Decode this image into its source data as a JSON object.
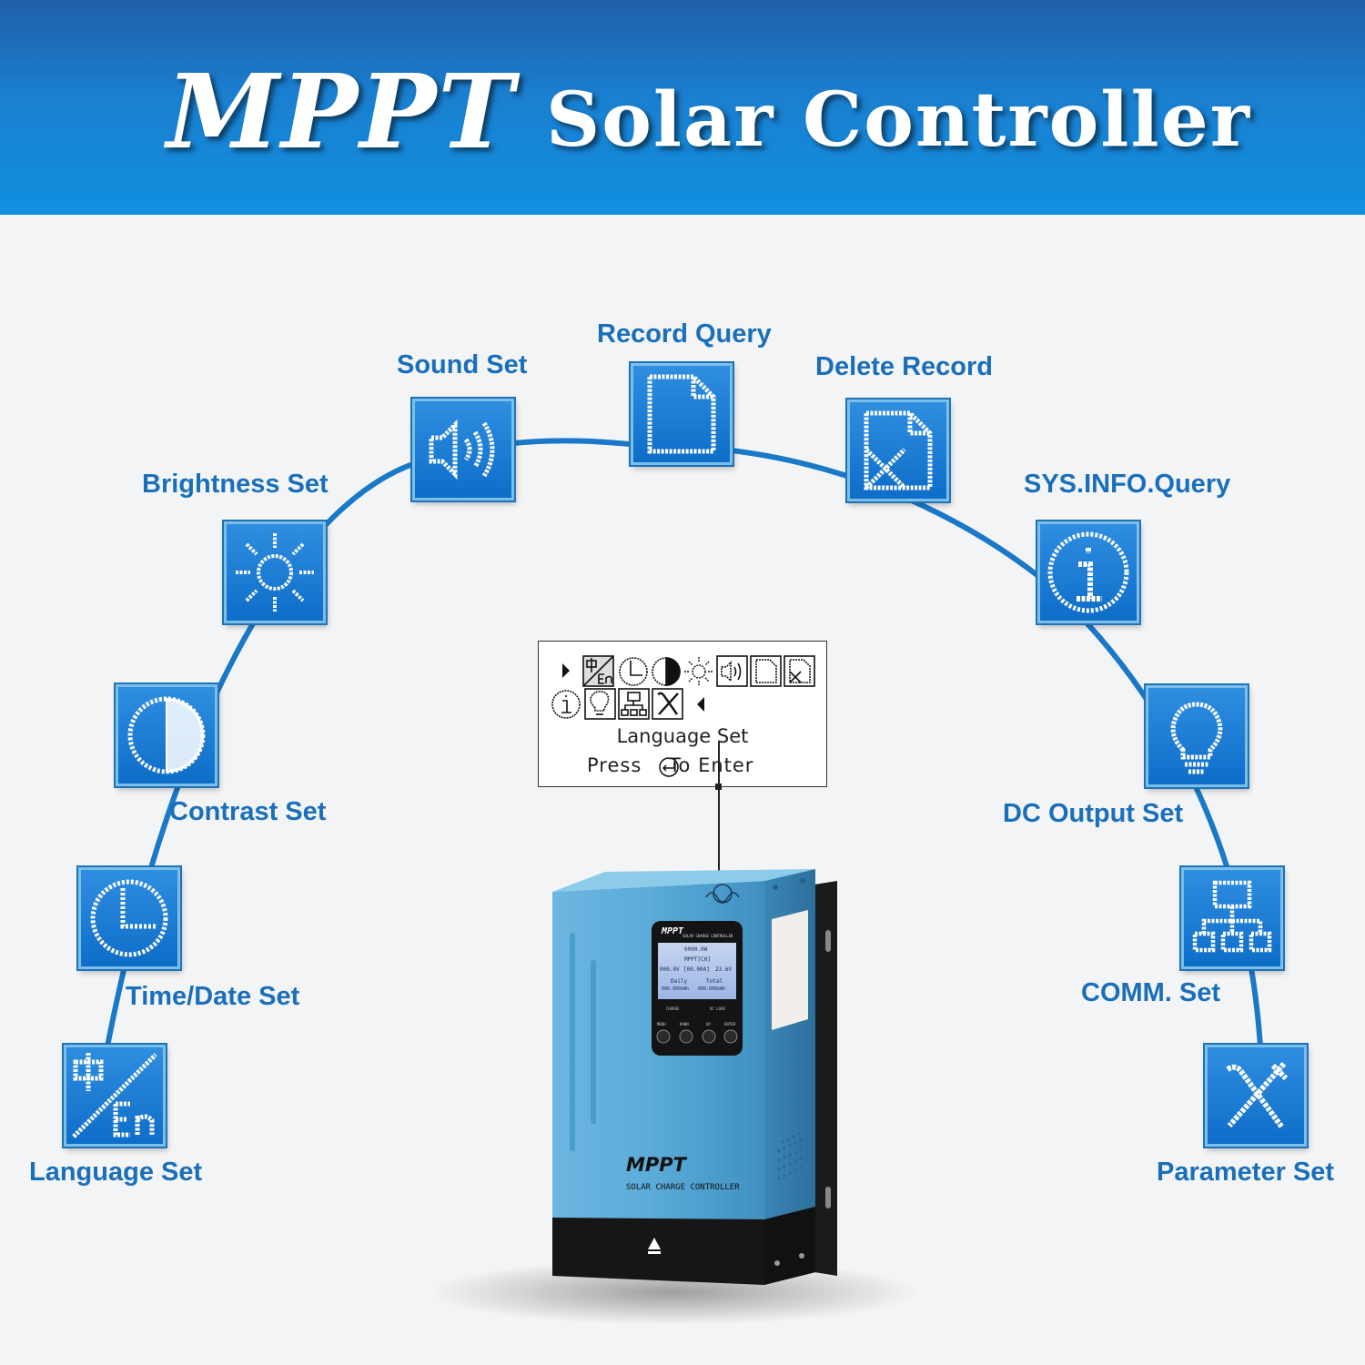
{
  "header": {
    "title_main": "MPPT",
    "title_sub": "Solar Controller"
  },
  "menu": [
    {
      "label": "Language Set",
      "icon": "language-icon"
    },
    {
      "label": "Time/Date Set",
      "icon": "clock-icon"
    },
    {
      "label": "Contrast Set",
      "icon": "contrast-icon"
    },
    {
      "label": "Brightness Set",
      "icon": "sun-icon"
    },
    {
      "label": "Sound Set",
      "icon": "speaker-icon"
    },
    {
      "label": "Record Query",
      "icon": "document-icon"
    },
    {
      "label": "Delete Record",
      "icon": "delete-document-icon"
    },
    {
      "label": "SYS.INFO.Query",
      "icon": "info-icon"
    },
    {
      "label": "DC Output Set",
      "icon": "bulb-icon"
    },
    {
      "label": "COMM. Set",
      "icon": "network-icon"
    },
    {
      "label": "Parameter Set",
      "icon": "tools-icon"
    }
  ],
  "lcd": {
    "line1": "Language Set",
    "press": "Press",
    "to": "To",
    "enter": "Enter"
  },
  "device": {
    "brand": "MPPT",
    "subtitle": "SOLAR CHARGE CONTROLLER",
    "screen_brand": "MPPT",
    "screen_subtitle": "SOLAR CHARGE CONTROLLER",
    "readout_power": "0000.0W",
    "readout_mode": "MPPT[CH]",
    "readout_pv": "000.0V",
    "readout_current": "[00.00A]",
    "readout_batt": "23.6V",
    "daily_label": "Daily",
    "total_label": "Total",
    "daily_value": "000.000kWh",
    "total_value": "000.000kWh",
    "led_charge": "CHARGE",
    "led_dc_load": "DC LOAD",
    "btn_menu": "MENU",
    "btn_down": "DOWN",
    "btn_up": "UP",
    "btn_enter": "ENTER"
  },
  "colors": {
    "banner": "#1a7fd0",
    "tile": "#1478d0",
    "label": "#1a6fba",
    "device_body": "#55a8d8",
    "device_base": "#1a1a1a"
  }
}
